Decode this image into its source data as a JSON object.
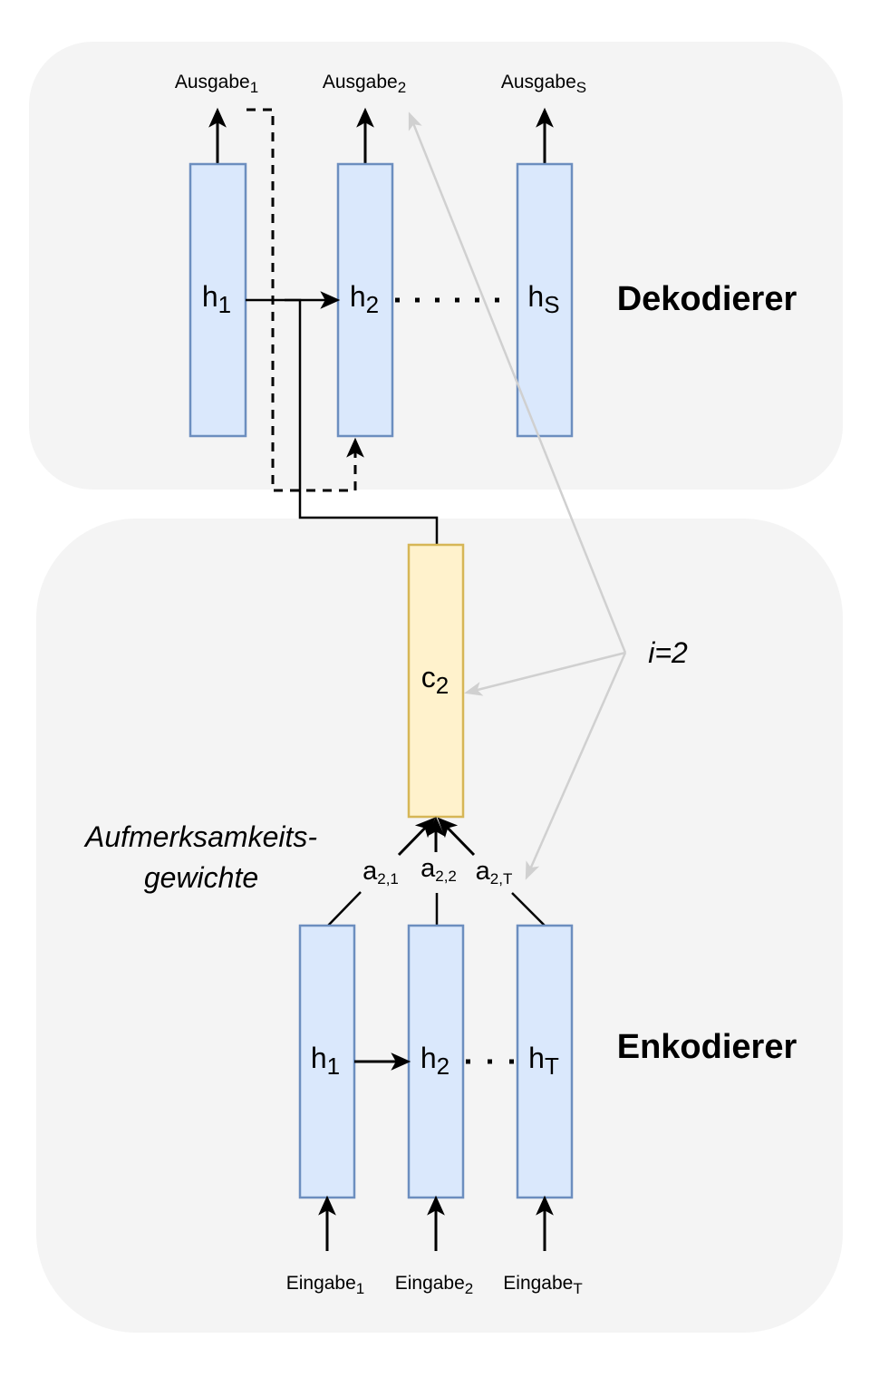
{
  "colors": {
    "panel_fill": "#f4f4f4",
    "hidden_fill": "#dae8fc",
    "hidden_stroke": "#6c8ebf",
    "context_fill": "#fff2cc",
    "context_stroke": "#d6b656",
    "annotation_arrow": "#d0d0d0",
    "arrow": "#000000"
  },
  "decoder": {
    "title": "Dekodierer",
    "states": [
      {
        "base": "h",
        "sub": "1"
      },
      {
        "base": "h",
        "sub": "2"
      },
      {
        "base": "h",
        "sub": "S"
      }
    ],
    "outputs": [
      {
        "base": "Ausgabe",
        "sub": "1"
      },
      {
        "base": "Ausgabe",
        "sub": "2"
      },
      {
        "base": "Ausgabe",
        "sub": "S"
      }
    ]
  },
  "encoder": {
    "title": "Enkodierer",
    "states": [
      {
        "base": "h",
        "sub": "1"
      },
      {
        "base": "h",
        "sub": "2"
      },
      {
        "base": "h",
        "sub": "T"
      }
    ],
    "inputs": [
      {
        "base": "Eingabe",
        "sub": "1"
      },
      {
        "base": "Eingabe",
        "sub": "2"
      },
      {
        "base": "Eingabe",
        "sub": "T"
      }
    ]
  },
  "context": {
    "base": "c",
    "sub": "2"
  },
  "attention": {
    "caption_line1": "Aufmerksamkeits-",
    "caption_line2": "gewichte",
    "weights": [
      {
        "base": "a",
        "sub": "2,1"
      },
      {
        "base": "a",
        "sub": "2,2"
      },
      {
        "base": "a",
        "sub": "2,T"
      }
    ]
  },
  "index_annotation": "i=2"
}
